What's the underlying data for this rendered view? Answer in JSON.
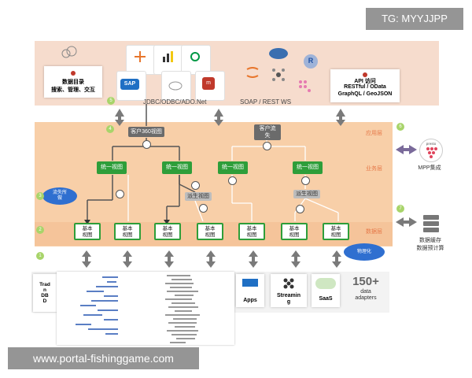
{
  "watermark_top": "TG: MYYJJPP",
  "watermark_bottom": "www.portal-fishinggame.com",
  "top_panel": {
    "catalog_label_line1": "数据目录",
    "catalog_label_line2": "搜索、管理、交互",
    "api_label_line1": "API 访问",
    "api_label_line2": "RESTful / OData",
    "api_label_line3": "GraphQL / GeoJSON",
    "jdbc_label": "JDBC/ODBC/ADO.Net",
    "soap_label": "SOAP / REST WS",
    "r_logo": "R",
    "sap_logo": "SAP"
  },
  "layers": {
    "app_layer": "应用层",
    "business_layer": "业务层",
    "data_layer": "数据层"
  },
  "nodes": {
    "customer360": "客户360视图",
    "customer_churn_line1": "客户流",
    "customer_churn_line2": "失",
    "unified_views": [
      "统一视图",
      "统一视图",
      "统一视图",
      "统一视图"
    ],
    "derived_views": [
      "派生视图",
      "派生视图"
    ],
    "base_views": [
      "基本\n视图",
      "基本\n视图",
      "基本\n视图",
      "基本\n视图",
      "基本\n视图",
      "基本\n视图",
      "基本\n视图"
    ]
  },
  "clouds": {
    "left_line1": "流失所",
    "left_line2": "做",
    "right": "物理化"
  },
  "right_side": {
    "mpp_label": "MPP集成",
    "presto": "presto",
    "cache_line1": "数据缓存",
    "cache_line2": "数据预计算"
  },
  "bottom_sources": {
    "trad_line1": "Trad",
    "trad_line2": "n",
    "trad_line3": "DB",
    "trad_line4": "D",
    "apps": "Apps",
    "streaming_line1": "Streamin",
    "streaming_line2": "g",
    "saas": "SaaS",
    "adapters_count": "150+",
    "adapters_line1": "data",
    "adapters_line2": "adapters"
  },
  "badges": [
    "5",
    "4",
    "3",
    "2",
    "1",
    "6",
    "7",
    "6"
  ],
  "colors": {
    "orange_bg": "#f8cfa8",
    "top_bg": "#f6dccd",
    "green": "#2e9e3a",
    "gray_node": "#6b6b6b",
    "cloud_blue": "#2f6fd0"
  }
}
